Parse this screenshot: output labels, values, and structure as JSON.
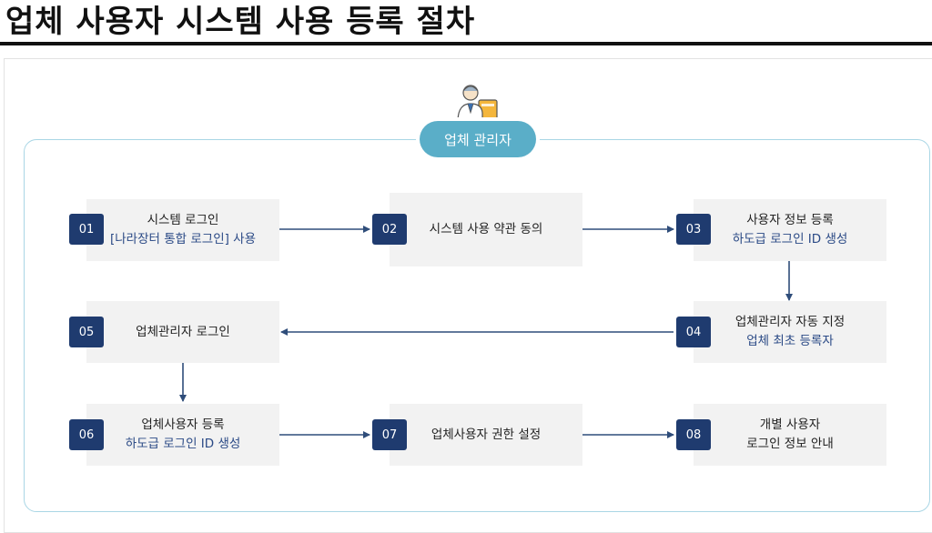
{
  "page": {
    "title": "업체 사용자 시스템 사용 등록 절차"
  },
  "role": {
    "label": "업체 관리자"
  },
  "icons": {
    "admin": "admin-person-icon"
  },
  "colors": {
    "accent": "#5aaec8",
    "badge": "#1f3b6f",
    "subtext": "#2b4a86",
    "box": "#f2f2f2",
    "arrow": "#2f4d7a"
  },
  "steps": [
    {
      "num": "01",
      "line1": "시스템 로그인",
      "line2": "[나라장터 통합 로그인] 사용"
    },
    {
      "num": "02",
      "line1": "시스템 사용 약관 동의",
      "line2": ""
    },
    {
      "num": "03",
      "line1": "사용자 정보 등록",
      "line2": "하도급 로그인 ID 생성"
    },
    {
      "num": "04",
      "line1": "업체관리자 자동 지정",
      "line2": "업체 최초 등록자"
    },
    {
      "num": "05",
      "line1": "업체관리자 로그인",
      "line2": ""
    },
    {
      "num": "06",
      "line1": "업체사용자 등록",
      "line2": "하도급 로그인 ID 생성"
    },
    {
      "num": "07",
      "line1": "업체사용자 권한 설정",
      "line2": ""
    },
    {
      "num": "08",
      "line1": "개별 사용자",
      "line2": "로그인 정보 안내"
    }
  ]
}
